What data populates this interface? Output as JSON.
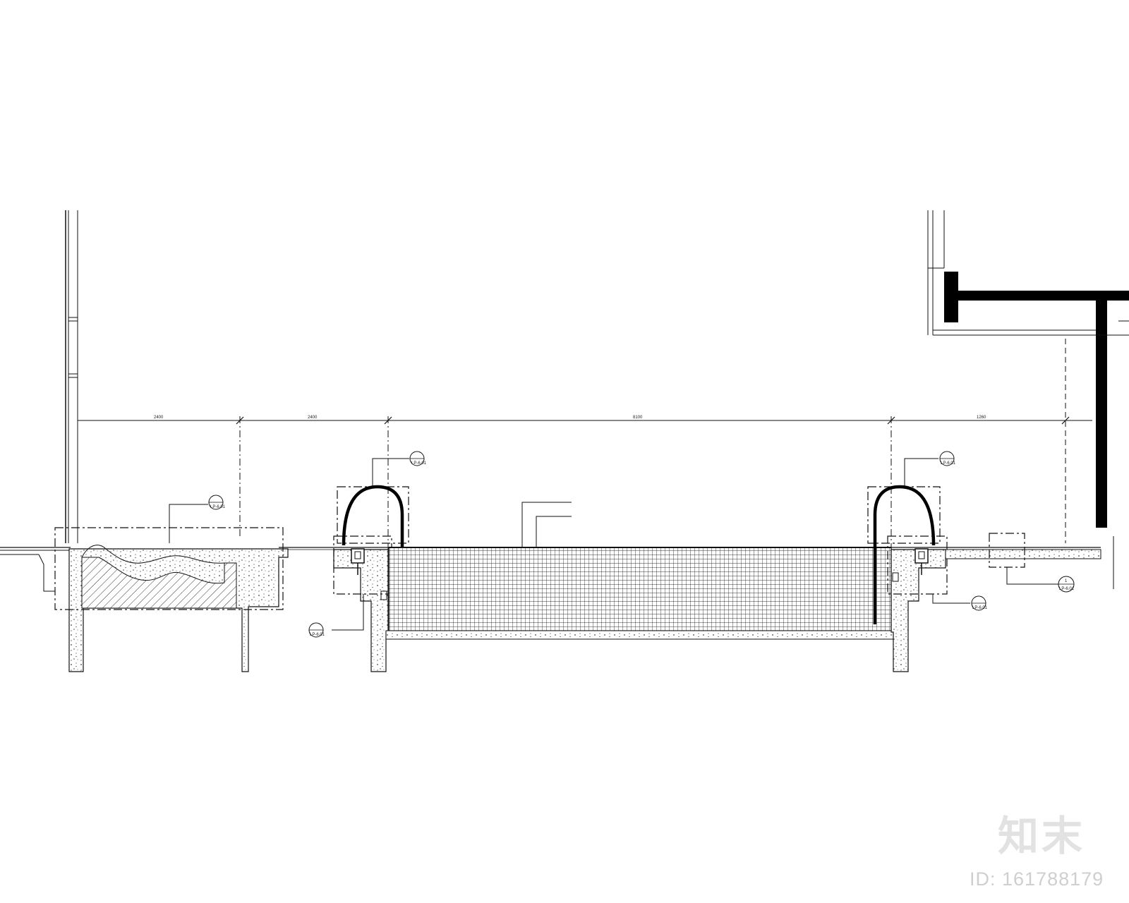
{
  "drawing": {
    "dimensions": [
      "2400",
      "2400",
      "8100",
      "1260"
    ],
    "callouts": {
      "left_planter": {
        "code": "LP-6.01"
      },
      "left_arch": {
        "code": "LP-6.01"
      },
      "left_base": {
        "code": "LP-6.01"
      },
      "right_arch": {
        "code": "LP-6.01"
      },
      "right_base": {
        "code": "LP-6.01"
      },
      "right_end": {
        "num": "1",
        "code": "LP-6.01"
      }
    },
    "annotations": [
      "",
      ""
    ]
  },
  "watermark": {
    "logo": "知末",
    "id_text": "ID: 161788179"
  }
}
